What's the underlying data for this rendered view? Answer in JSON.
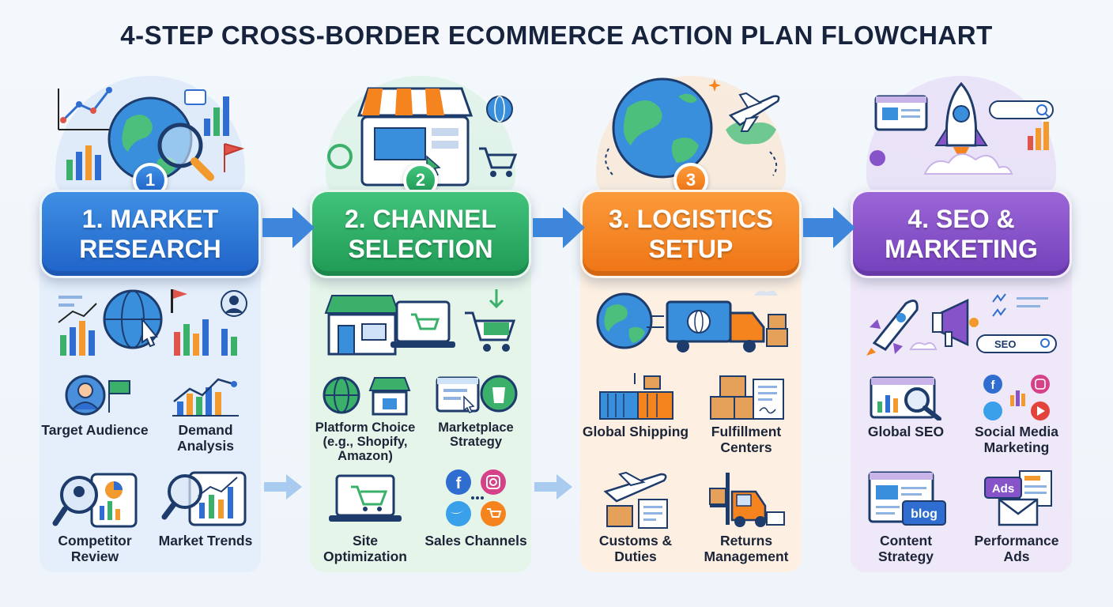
{
  "title": "4-STEP CROSS-BORDER ECOMMERCE ACTION PLAN FLOWCHART",
  "colors": {
    "step1": "#2a74d6",
    "step2": "#2aae64",
    "step3": "#f5841f",
    "step4": "#8653c8",
    "arrow": "#3e86dc"
  },
  "steps": [
    {
      "number": "1",
      "header": "1. MARKET RESEARCH",
      "items": [
        {
          "label": "Target Audience",
          "icon": "person-flag-icon"
        },
        {
          "label": "Demand Analysis",
          "icon": "bar-chart-trend-icon"
        },
        {
          "label": "Competitor Review",
          "icon": "magnifier-dashboard-icon"
        },
        {
          "label": "Market Trends",
          "icon": "magnifier-chart-icon"
        }
      ]
    },
    {
      "number": "2",
      "header": "2. CHANNEL SELECTION",
      "items": [
        {
          "label": "Platform Choice (e.g., Shopify, Amazon)",
          "icon": "globe-store-icon"
        },
        {
          "label": "Marketplace Strategy",
          "icon": "browser-shopify-icon"
        },
        {
          "label": "Site Optimization",
          "icon": "laptop-cart-icon"
        },
        {
          "label": "Sales Channels",
          "icon": "social-media-icons"
        }
      ]
    },
    {
      "number": "3",
      "header": "3. LOGISTICS SETUP",
      "items": [
        {
          "label": "Global Shipping",
          "icon": "shipping-container-icon"
        },
        {
          "label": "Fulfillment Centers",
          "icon": "boxes-document-icon"
        },
        {
          "label": "Customs & Duties",
          "icon": "airplane-document-icon"
        },
        {
          "label": "Returns Management",
          "icon": "forklift-icon"
        }
      ]
    },
    {
      "number": "4",
      "header": "4. SEO & MARKETING",
      "items": [
        {
          "label": "Global SEO",
          "icon": "browser-magnifier-icon"
        },
        {
          "label": "Social Media Marketing",
          "icon": "social-network-icon"
        },
        {
          "label": "Content Strategy",
          "icon": "blog-browser-icon"
        },
        {
          "label": "Performance Ads",
          "icon": "ads-envelope-icon"
        }
      ]
    }
  ],
  "badges": {
    "seo": "SEO",
    "blog": "blog",
    "ads": "Ads"
  }
}
